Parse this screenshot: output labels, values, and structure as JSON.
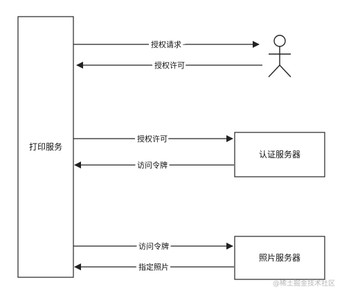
{
  "diagram": {
    "print_service": {
      "label": "打印服务"
    },
    "auth_server": {
      "label": "认证服务器"
    },
    "photo_server": {
      "label": "照片服务器"
    },
    "arrows": {
      "auth_request": "授权请求",
      "auth_grant_from_user": "授权许可",
      "auth_grant_to_server": "授权许可",
      "access_token_from_auth": "访问令牌",
      "access_token_to_photo": "访问令牌",
      "specified_photo": "指定照片"
    },
    "watermark": "@稀土掘金技术社区",
    "colors": {
      "stroke": "#222222",
      "text": "#111111",
      "background": "#ffffff",
      "watermark": "#b7b7b7"
    }
  }
}
